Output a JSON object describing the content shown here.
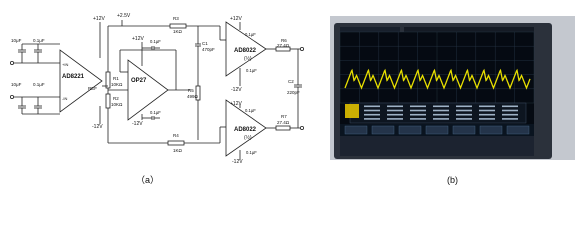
{
  "panel_a": {
    "caption": "（a）",
    "amps": {
      "inamp": "AD8221",
      "opamp": "OP27",
      "buf_top": "AD8022",
      "buf_bot": "AD8022",
      "buf_top_sub": "(½)",
      "buf_bot_sub": "(½)"
    },
    "rails": {
      "pos": "+12V",
      "neg": "-12V",
      "ref_rail": "+2.5V"
    },
    "pins": {
      "plus_in": "+IN",
      "minus_in": "-IN",
      "ref": "REF"
    },
    "resistors": {
      "r1": "R1",
      "r1v": "10KΩ",
      "r2": "R2",
      "r2v": "10KΩ",
      "r3": "R3",
      "r3v": "1KΩ",
      "r4": "R4",
      "r4v": "1KΩ",
      "r5": "R5",
      "r5v": "499Ω",
      "r6": "R6",
      "r6v": "27.4Ω",
      "r7": "R7",
      "r7v": "27.4Ω"
    },
    "caps": {
      "c1": "C1",
      "c1v": "470pF",
      "c2": "C2",
      "c2v": "220pF",
      "bypass_big": "10μF",
      "bypass_small": "0.1μF"
    }
  },
  "panel_b": {
    "caption": "(b)",
    "scope": {
      "trace_color": "#e8e000",
      "screen_color": "#050a12",
      "frame_color": "#2b313b"
    }
  }
}
